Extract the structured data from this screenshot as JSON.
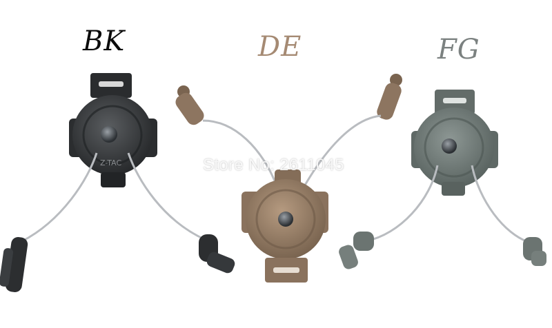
{
  "variants": [
    {
      "code": "BK",
      "color": "#0b0b0b"
    },
    {
      "code": "DE",
      "color": "#a58a73"
    },
    {
      "code": "FG",
      "color": "#7b8180"
    }
  ],
  "watermark": {
    "text": "Store No: 2611045"
  },
  "brand_marking": "Z-TAC",
  "colors": {
    "bk_body": "#3a3c3e",
    "de_body": "#8c735c",
    "fg_body": "#697370",
    "wire": "#b9bcc0",
    "background": "#ffffff"
  }
}
